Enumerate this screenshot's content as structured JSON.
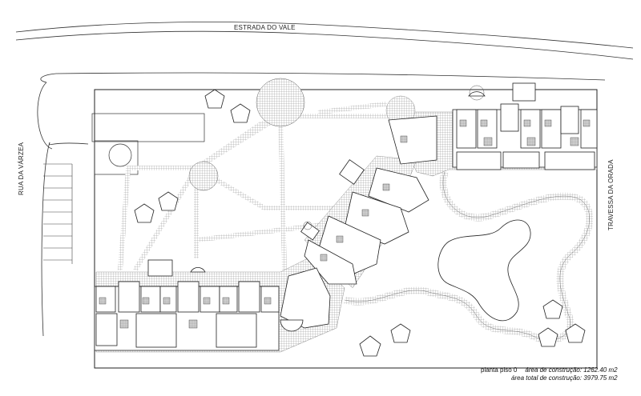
{
  "roads": {
    "top": "ESTRADA DO VALE",
    "left": "RUA DA VÁRZEA",
    "right": "TRAVESSA DA ORADA"
  },
  "legend": {
    "plan_name": "planta piso 0",
    "construction_area": "área de construção: 1262.40 m2",
    "total_construction_area": "área total de construção: 3979.75 m2"
  }
}
